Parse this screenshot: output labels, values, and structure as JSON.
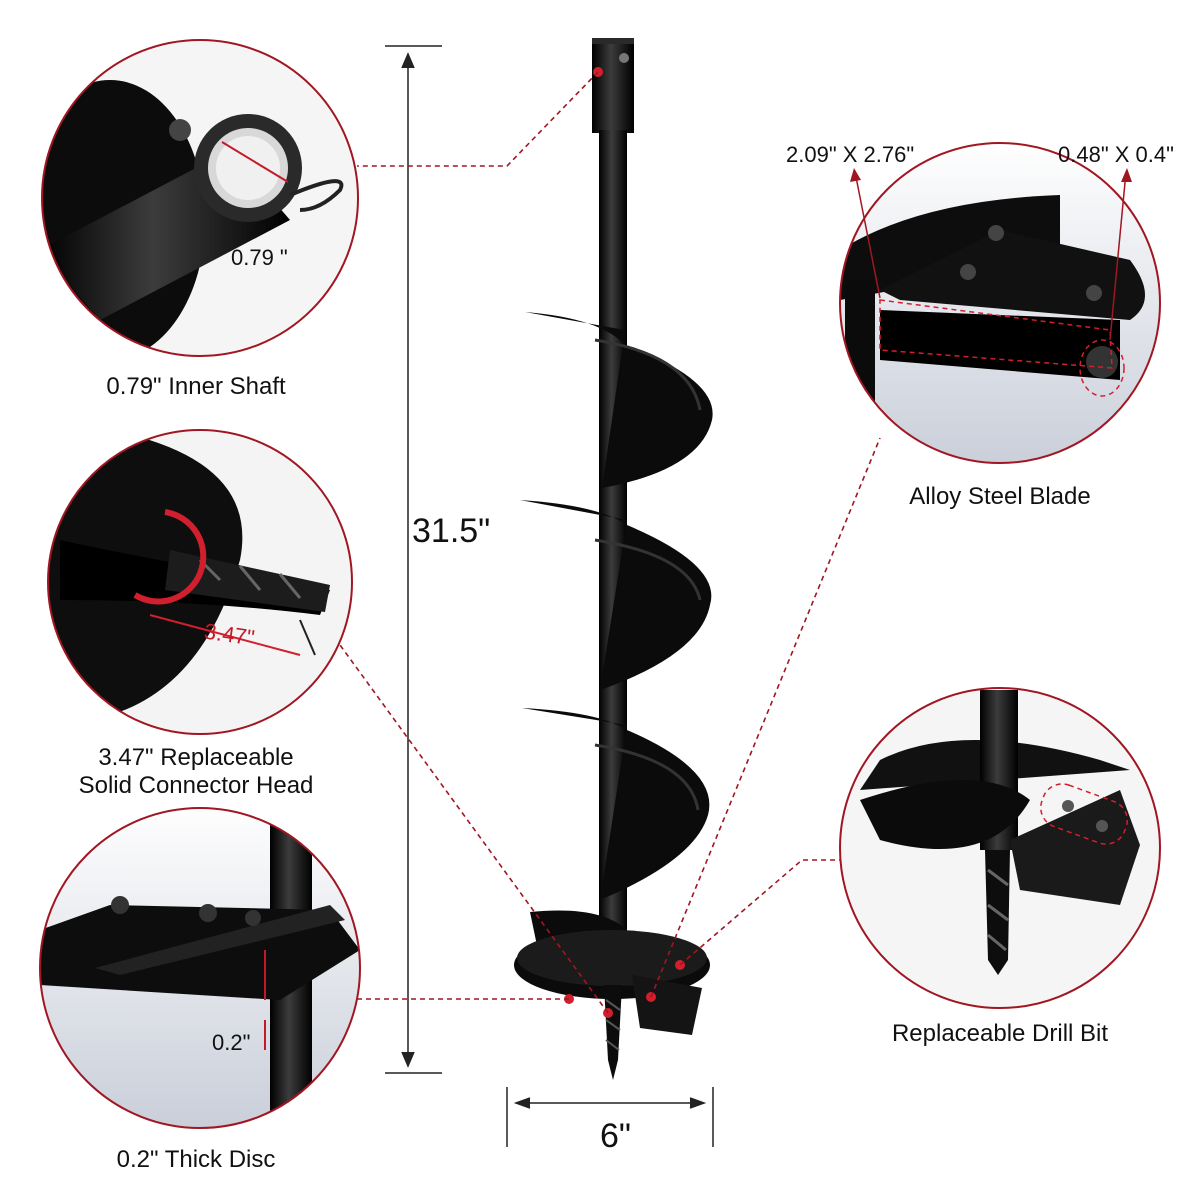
{
  "dimensions": {
    "height": "31.5\"",
    "width": "6\""
  },
  "callouts": {
    "inner_shaft": {
      "measure": "0.79 \"",
      "caption": "0.79\" Inner Shaft"
    },
    "connector_head": {
      "measure": "3.47\"",
      "caption_line1": "3.47\" Replaceable",
      "caption_line2": "Solid Connector Head"
    },
    "thick_disc": {
      "measure": "0.2\"",
      "caption": "0.2\" Thick Disc"
    },
    "alloy_blade": {
      "measure_left": "2.09\" X 2.76\"",
      "measure_right": "0.48\" X 0.4\"",
      "caption": "Alloy Steel Blade"
    },
    "drill_bit": {
      "caption": "Replaceable Drill Bit"
    }
  },
  "colors": {
    "accent": "#a01622",
    "steel": "#0d0d0d",
    "dimension_line": "#222222"
  }
}
